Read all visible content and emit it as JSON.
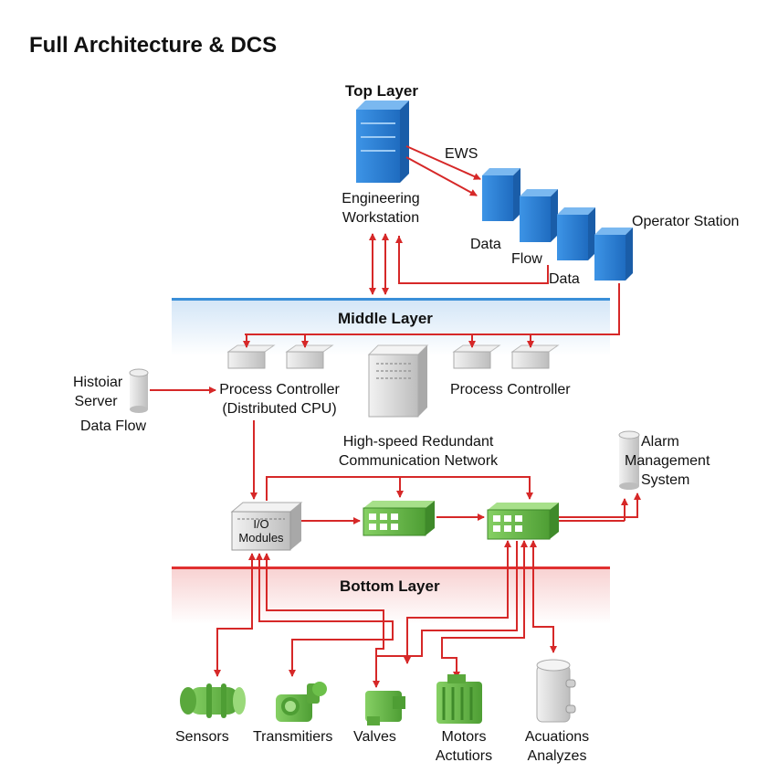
{
  "title": "Full Architecture & DCS",
  "layers": {
    "top": "Top Layer",
    "middle": "Middle Layer",
    "bottom": "Bottom Layer"
  },
  "top": {
    "engineering_workstation": [
      "Engineering",
      "Workstation"
    ],
    "ews": "EWS",
    "operator_station": "Operator Station",
    "flow_labels": {
      "data1": "Data",
      "flow": "Flow",
      "data2": "Data"
    }
  },
  "middle": {
    "historian_server": [
      "Histoiar",
      "Server"
    ],
    "data_flow": "Data Flow",
    "process_controller_left": [
      "Process Controller",
      "(Distributed CPU)"
    ],
    "process_controller_right": "Process Controller"
  },
  "network": {
    "label": [
      "High-speed Redundant",
      "Communication Network"
    ],
    "io_modules": [
      "I/O",
      "Modules"
    ],
    "alarm_management": [
      "Alarm",
      "Management",
      "System"
    ]
  },
  "bottom": {
    "devices": [
      {
        "icon": "sensor-icon",
        "label": [
          "Sensors"
        ]
      },
      {
        "icon": "transmitter-icon",
        "label": [
          "Transmitiers"
        ]
      },
      {
        "icon": "valve-icon",
        "label": [
          "Valves"
        ]
      },
      {
        "icon": "motor-icon",
        "label": [
          "Motors",
          "Actutiors"
        ]
      },
      {
        "icon": "actuator-analyzer-icon",
        "label": [
          "Acuations",
          "Analyzes"
        ]
      }
    ]
  },
  "colors": {
    "arrow": "#d62828",
    "server_blue": "#2a7fd4",
    "device_green": "#6cc04a",
    "middle_band": "#3a8fd8",
    "bottom_band": "#e03030"
  }
}
